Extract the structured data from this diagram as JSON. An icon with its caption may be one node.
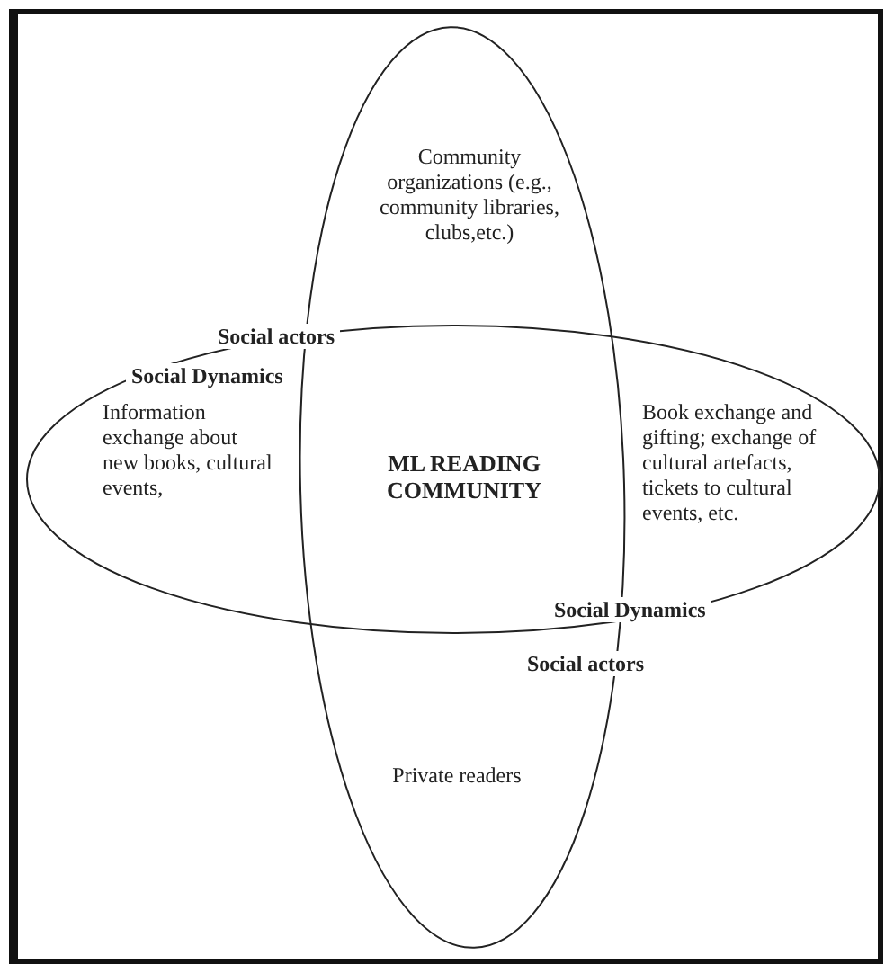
{
  "diagram": {
    "nodes": [
      {
        "text": [
          "Community organizations (e.g., community libraries, clubs,etc.)",
          "Social actors",
          "Social actors",
          "Private readers"
        ]
      },
      {
        "text": [
          "Social Dynamics",
          "Information exchange about new books, cultural events,",
          "Book exchange and gifting; exchange of cultural artefacts, tickets to cultural events, etc.",
          "Social Dynamics"
        ]
      }
    ],
    "edges": [],
    "labels": [
      "ML READING COMMUNITY"
    ]
  }
}
